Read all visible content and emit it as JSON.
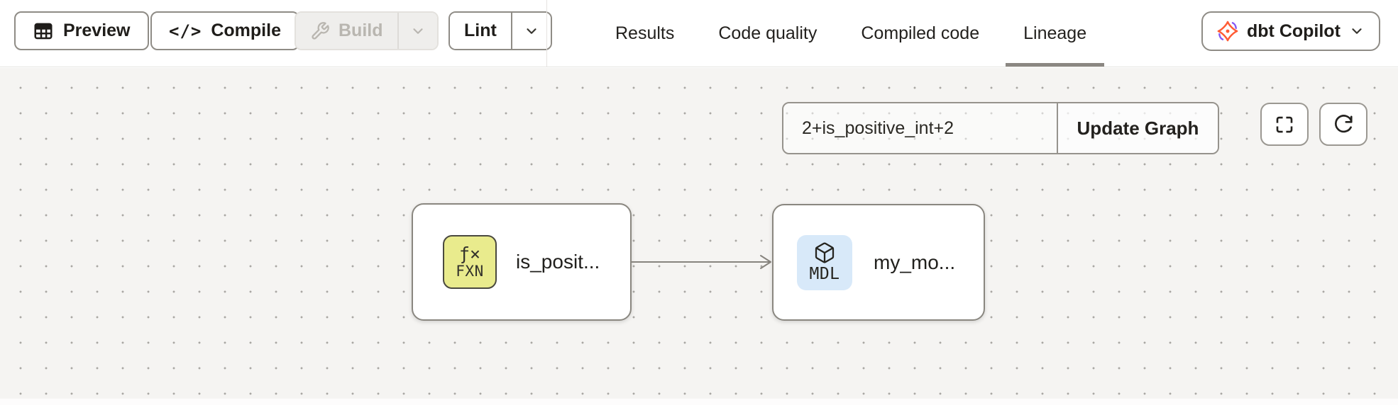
{
  "header": {
    "toolbar": {
      "preview": "Preview",
      "compile": "Compile",
      "compile_glyph": "</>",
      "build": "Build",
      "lint": "Lint"
    },
    "tabs": [
      {
        "label": "Results"
      },
      {
        "label": "Code quality"
      },
      {
        "label": "Compiled code"
      },
      {
        "label": "Lineage"
      }
    ],
    "active_tab": "Lineage",
    "copilot_label": "dbt Copilot"
  },
  "canvas": {
    "selector": {
      "value": "2+is_positive_int+2",
      "update_button": "Update Graph"
    },
    "nodes": [
      {
        "type": "function",
        "badge_symbol": "ƒ×",
        "badge_label": "FXN",
        "label": "is_posit...",
        "badge_color": "#e9eb8d"
      },
      {
        "type": "model",
        "badge_label": "MDL",
        "label": "my_mo...",
        "badge_color": "#d8e9f9"
      }
    ],
    "edge": {
      "from_node": 0,
      "to_node": 1
    }
  },
  "icons": {
    "table-icon": "grid table",
    "code-icon": "</>",
    "wrench-icon": "wrench",
    "chevron-down-icon": "v",
    "dbt-logo-icon": "dbt pinwheel",
    "fullscreen-icon": "corner brackets",
    "refresh-icon": "circular arrow",
    "function-icon": "ƒ×",
    "cube-icon": "3d box"
  },
  "colors": {
    "dbt_orange": "#ff5c35",
    "dbt_purple": "#8558f5",
    "tab_underline": "#8b8782",
    "fxn_badge_bg": "#e9eb8d",
    "mdl_badge_bg": "#d8e9f9",
    "canvas_bg": "#f5f4f2",
    "edge_stroke": "#87847e"
  }
}
